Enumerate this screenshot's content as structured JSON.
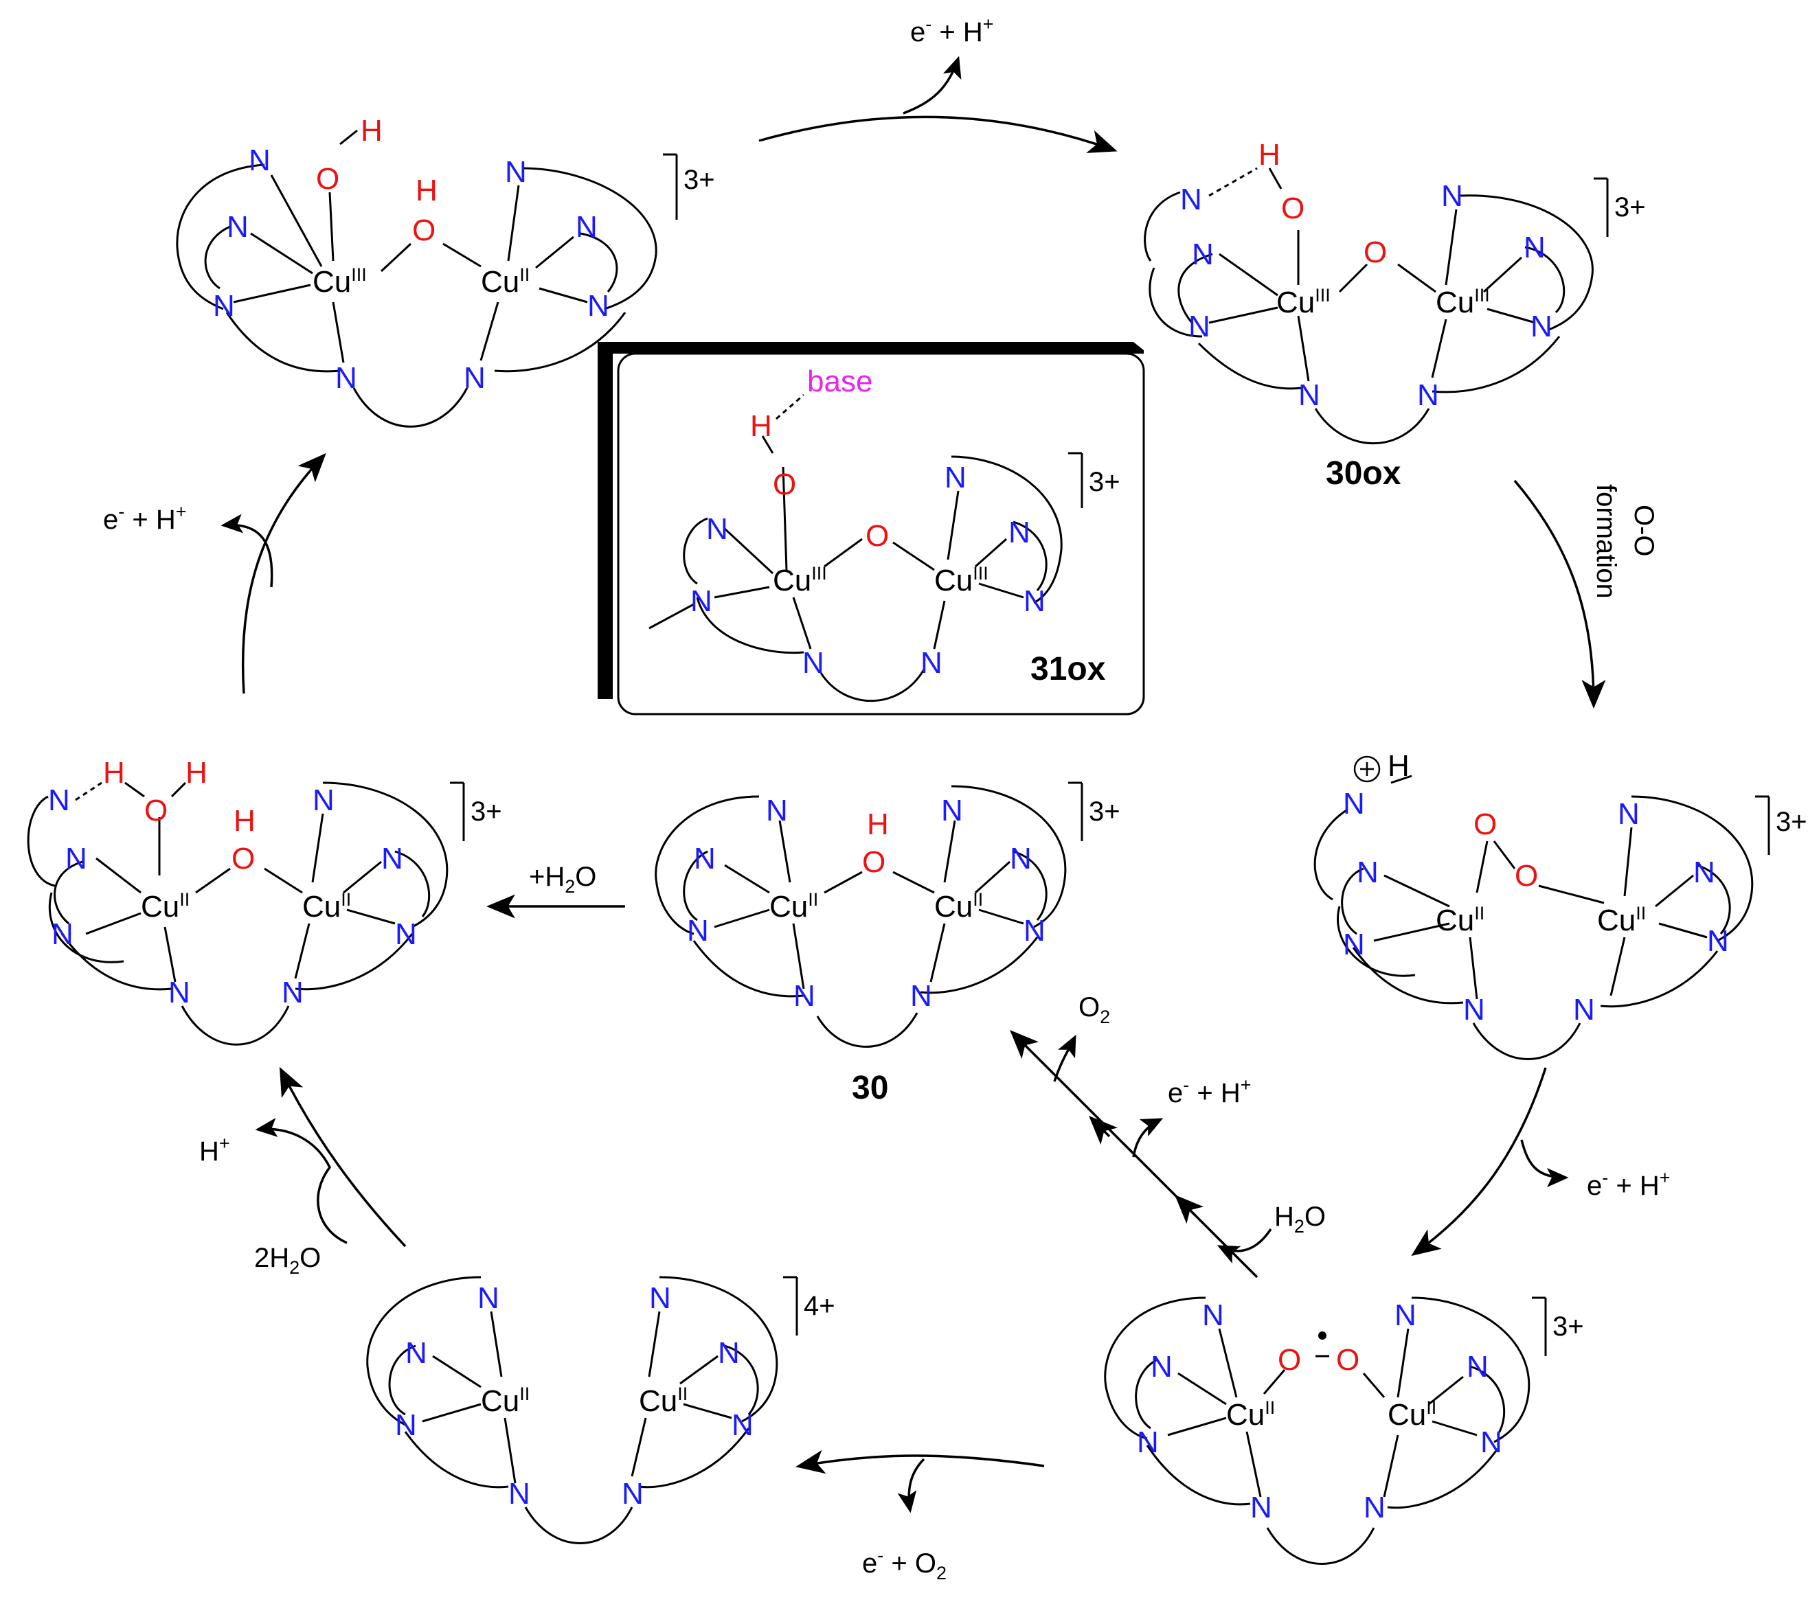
{
  "atoms": {
    "N": "N",
    "O": "O",
    "H": "H",
    "Cu": "Cu",
    "base": "base"
  },
  "ox": {
    "II": "II",
    "III": "III"
  },
  "colors": {
    "nitrogen": "#1a1aff",
    "oxygen": "#ee1111",
    "base": "#ee22ee",
    "bond": "#000000"
  },
  "charges": {
    "three_plus": "3+",
    "four_plus": "4+"
  },
  "labels": {
    "c30ox": "30ox",
    "c31ox": "31ox",
    "c30": "30"
  },
  "reagents": {
    "top": {
      "e": "e",
      "sup_e": "-",
      "plus": " + H",
      "sup_h": "+"
    },
    "left_up": {
      "e": "e",
      "sup_e": "-",
      "plus": " + H",
      "sup_h": "+"
    },
    "oo_formation": {
      "line1": "O-O",
      "line2": "formation"
    },
    "right_down": {
      "e": "e",
      "sup_e": "-",
      "plus": " + H",
      "sup_h": "+"
    },
    "add_water": {
      "text": "+H",
      "sub": "2",
      "tail": "O"
    },
    "o2_release": {
      "text": "O",
      "sub": "2"
    },
    "diag_eh": {
      "e": "e",
      "sup_e": "-",
      "plus": " + H",
      "sup_h": "+"
    },
    "water_in": {
      "text": "H",
      "sub": "2",
      "tail": "O"
    },
    "proton_out": {
      "text": "H",
      "sup": "+"
    },
    "two_water": {
      "text": "2H",
      "sub": "2",
      "tail": "O"
    },
    "bottom": {
      "e": "e",
      "sup_e": "-",
      "plus": " + O",
      "sub": "2"
    }
  }
}
